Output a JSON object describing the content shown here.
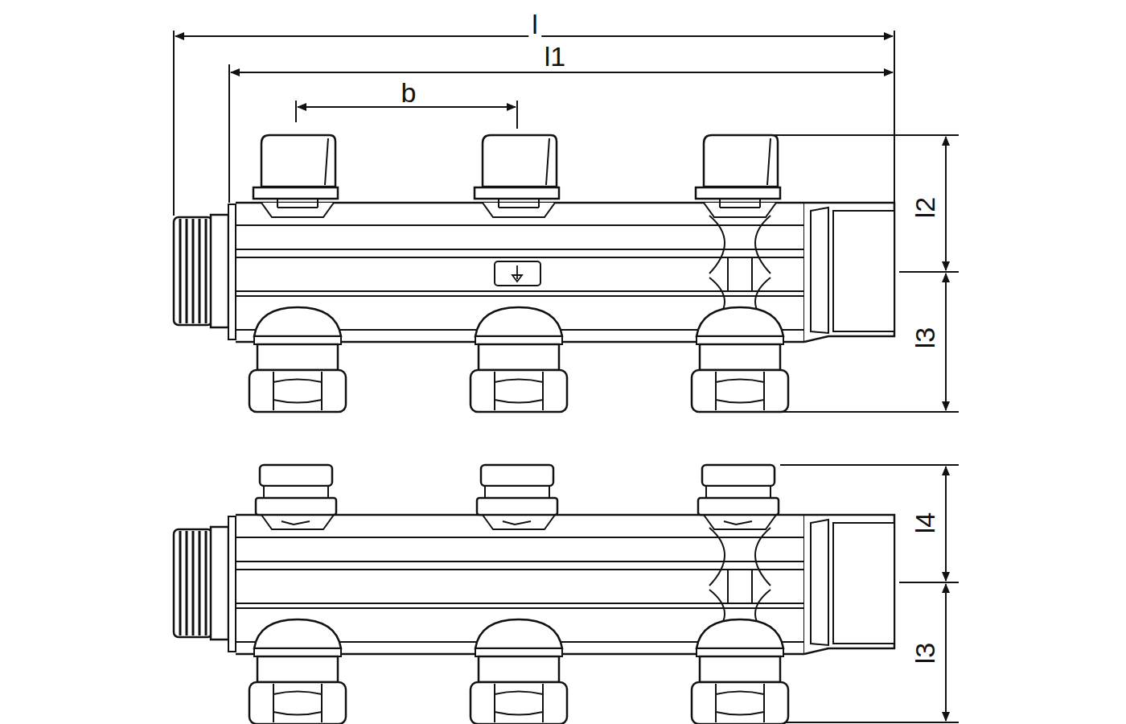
{
  "diagram": {
    "labels": [
      "l",
      "l1",
      "b",
      "l2",
      "l3",
      "l4",
      "l3"
    ]
  }
}
